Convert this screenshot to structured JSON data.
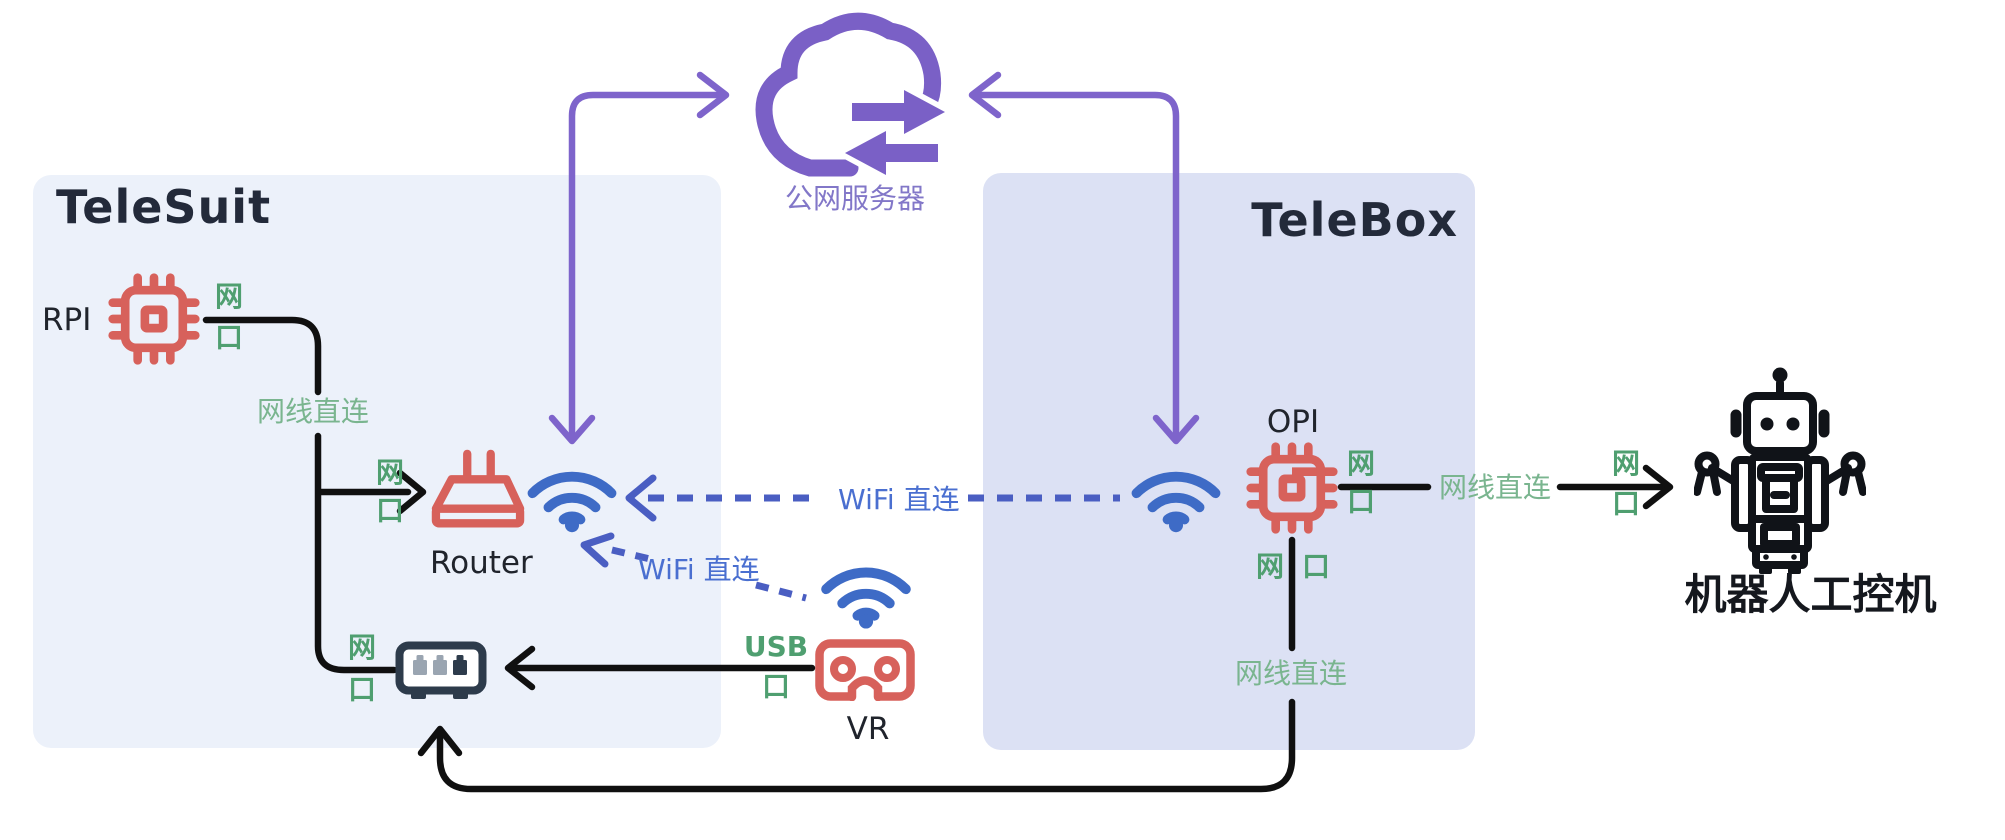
{
  "groups": {
    "telesuit": {
      "title": "TeleSuit"
    },
    "telebox": {
      "title": "TeleBox"
    }
  },
  "cloud": {
    "label": "公网服务器"
  },
  "devices": {
    "rpi": "RPI",
    "router": "Router",
    "vr": "VR",
    "opi": "OPI",
    "robot": "机器人工控机"
  },
  "ports": {
    "net": "网",
    "kou": "口",
    "usb": "USB"
  },
  "links": {
    "ethernet": "网线直连",
    "wifi": "WiFi 直连"
  },
  "colors": {
    "purple": "#7a60c6",
    "wifi_blue": "#3e6bc6",
    "dash_blue": "#4a5ec2",
    "device_red": "#d7615b",
    "port_green": "#4f9f70",
    "ethernet_green": "#7ab58f",
    "line_black": "#101010",
    "switch_navy": "#2d3b4b",
    "telesuit_bg": "#ecf1fa",
    "telebox_bg": "#dce1f4"
  }
}
